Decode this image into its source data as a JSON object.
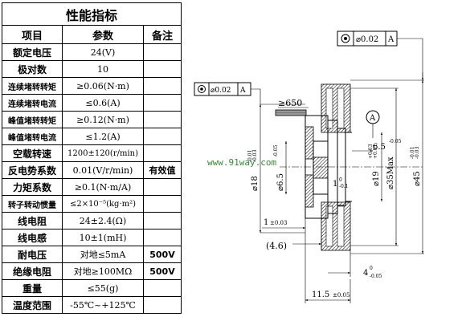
{
  "table": {
    "title": "性能指标",
    "headers": [
      "项目",
      "参数",
      "备注"
    ],
    "rows": [
      {
        "item": "额定电压",
        "value": "24(V)",
        "note": ""
      },
      {
        "item": "极对数",
        "value": "10",
        "note": ""
      },
      {
        "item": "连续堵转转矩",
        "value": "≥0.06(N·m)",
        "note": ""
      },
      {
        "item": "连续堵转电流",
        "value": "≤0.6(A)",
        "note": ""
      },
      {
        "item": "峰值堵转转矩",
        "value": "≥0.12(N·m)",
        "note": ""
      },
      {
        "item": "峰值堵转电流",
        "value": "≤1.2(A)",
        "note": ""
      },
      {
        "item": "空载转速",
        "value": "1200±120(r/min)",
        "note": ""
      },
      {
        "item": "反电势系数",
        "value": "0.01(V/r/min)",
        "note": "有效值"
      },
      {
        "item": "力矩系数",
        "value": "≥0.1(N·m/A)",
        "note": ""
      },
      {
        "item": "转子转动惯量",
        "value": "≤2×10⁻⁵(kg·m²)",
        "note": ""
      },
      {
        "item": "线电阻",
        "value": "24±2.4(Ω)",
        "note": ""
      },
      {
        "item": "线电感",
        "value": "10±1(mH)",
        "note": ""
      },
      {
        "item": "耐电压",
        "value": "对地≤5mA",
        "note": "500V"
      },
      {
        "item": "绝缘电阻",
        "value": "对地≥100MΩ",
        "note": "500V"
      },
      {
        "item": "重量",
        "value": "≤55(g)",
        "note": ""
      },
      {
        "item": "温度范围",
        "value": "-55℃~+125℃",
        "note": ""
      }
    ]
  },
  "drawing": {
    "tol_top": {
      "value": "0.02",
      "datum": "A"
    },
    "tol_left": {
      "value": "0.02",
      "datum": "A"
    },
    "lead": "650",
    "datum_label": "A",
    "watermark": "www.91way.com",
    "dims": {
      "d18": "18",
      "d18_tol_hi": "-0.01",
      "d18_tol_lo": "-0.03",
      "d6_5": "6.5",
      "d6_5_tol_hi": "-0.05",
      "d6_5_tol_lo": "",
      "d19": "19",
      "d19_tol_hi": "+0.03",
      "d19_tol_lo": "+0.01",
      "d35": "35Max",
      "d45": "45",
      "d45_tol_hi": "-0.01",
      "d45_tol_lo": "-0.03",
      "l6_5": "6.5",
      "l6_5_tol": "-0.05",
      "l1_inner": "1",
      "l1_inner_tol_hi": "0",
      "l1_inner_tol_lo": "-0.1",
      "l1_left": "1",
      "l1_left_tol": "±0.03",
      "l4_6": "(4.6)",
      "l4": "4",
      "l4_tol_hi": "0",
      "l4_tol_lo": "-0.05",
      "l11_5": "11.5",
      "l11_5_tol": "±0.05"
    }
  },
  "symbols": {
    "diameter": "⌀",
    "gte": "≥"
  }
}
